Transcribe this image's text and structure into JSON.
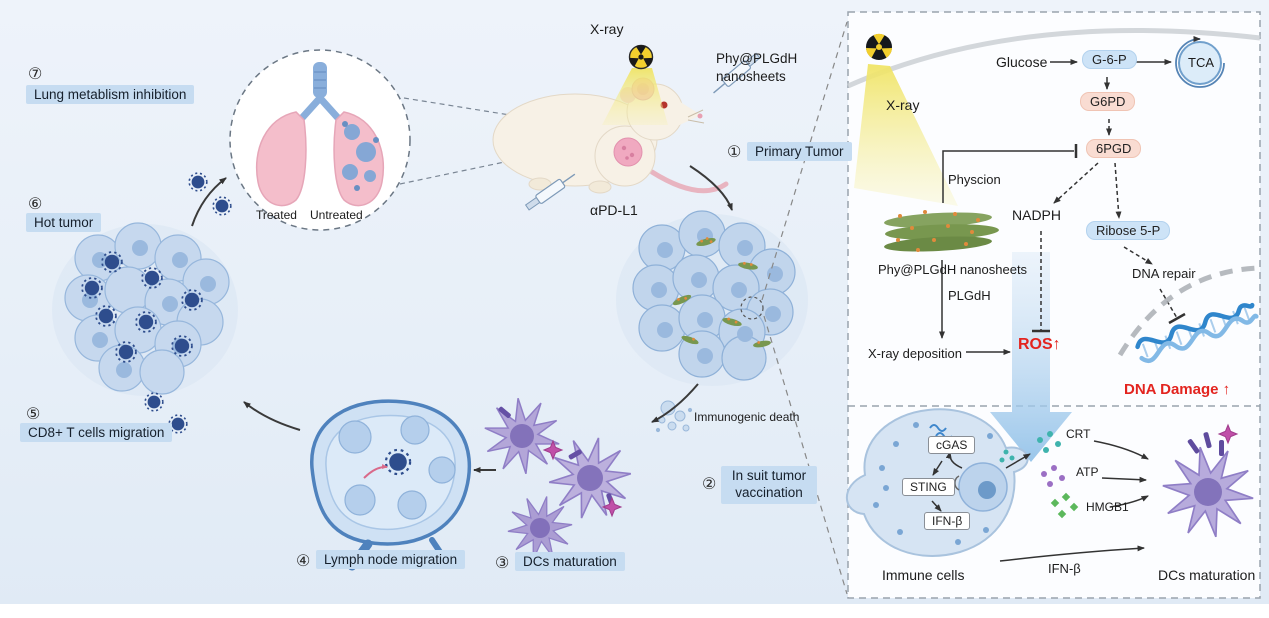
{
  "colors": {
    "background": "#e9f0f8",
    "label_bg": "#c6dcf1",
    "accent_red": "#e3241f",
    "enzyme_box_bg": "#f9dcd2",
    "metabolite_box_bg": "#cde3f7",
    "panel_bg": "#fcfdff",
    "beam_yellow": "#f2e97c",
    "tcell_navy": "#2e4d8d",
    "dc_purple": "#b3a6d8"
  },
  "left": {
    "xray": "X-ray",
    "nanosheets": "Phy@PLGdH nanosheets",
    "apdl1": "αPD-L1",
    "treated": "Treated",
    "untreated": "Untreated",
    "immunogenic_death": "Immunogenic death",
    "steps": [
      {
        "num": "①",
        "label": "Primary Tumor"
      },
      {
        "num": "②",
        "label": "In suit tumor vaccination"
      },
      {
        "num": "③",
        "label": "DCs maturation"
      },
      {
        "num": "④",
        "label": "Lymph node migration"
      },
      {
        "num": "⑤",
        "label": "CD8+ T cells migration"
      },
      {
        "num": "⑥",
        "label": "Hot tumor"
      },
      {
        "num": "⑦",
        "label": "Lung metablism inhibition"
      }
    ]
  },
  "panel": {
    "top": {
      "xray": "X-ray",
      "glucose": "Glucose",
      "g6p": "G-6-P",
      "tca": "TCA",
      "g6pd": "G6PD",
      "pgd": "6PGD",
      "physcion": "Physcion",
      "nadph": "NADPH",
      "ribose5p": "Ribose 5-P",
      "nanosheets": "Phy@PLGdH nanosheets",
      "plgdh": "PLGdH",
      "xray_deposition": "X-ray deposition",
      "ros": "ROS↑",
      "dna_repair": "DNA repair",
      "dna_damage": "DNA Damage ↑"
    },
    "bottom": {
      "cgas": "cGAS",
      "sting": "STING",
      "ifnb_box": "IFN-β",
      "crt": "CRT",
      "atp": "ATP",
      "hmgb1": "HMGB1",
      "immune_cells": "Immune cells",
      "ifnb": "IFN-β",
      "dcs_maturation": "DCs maturation"
    }
  }
}
